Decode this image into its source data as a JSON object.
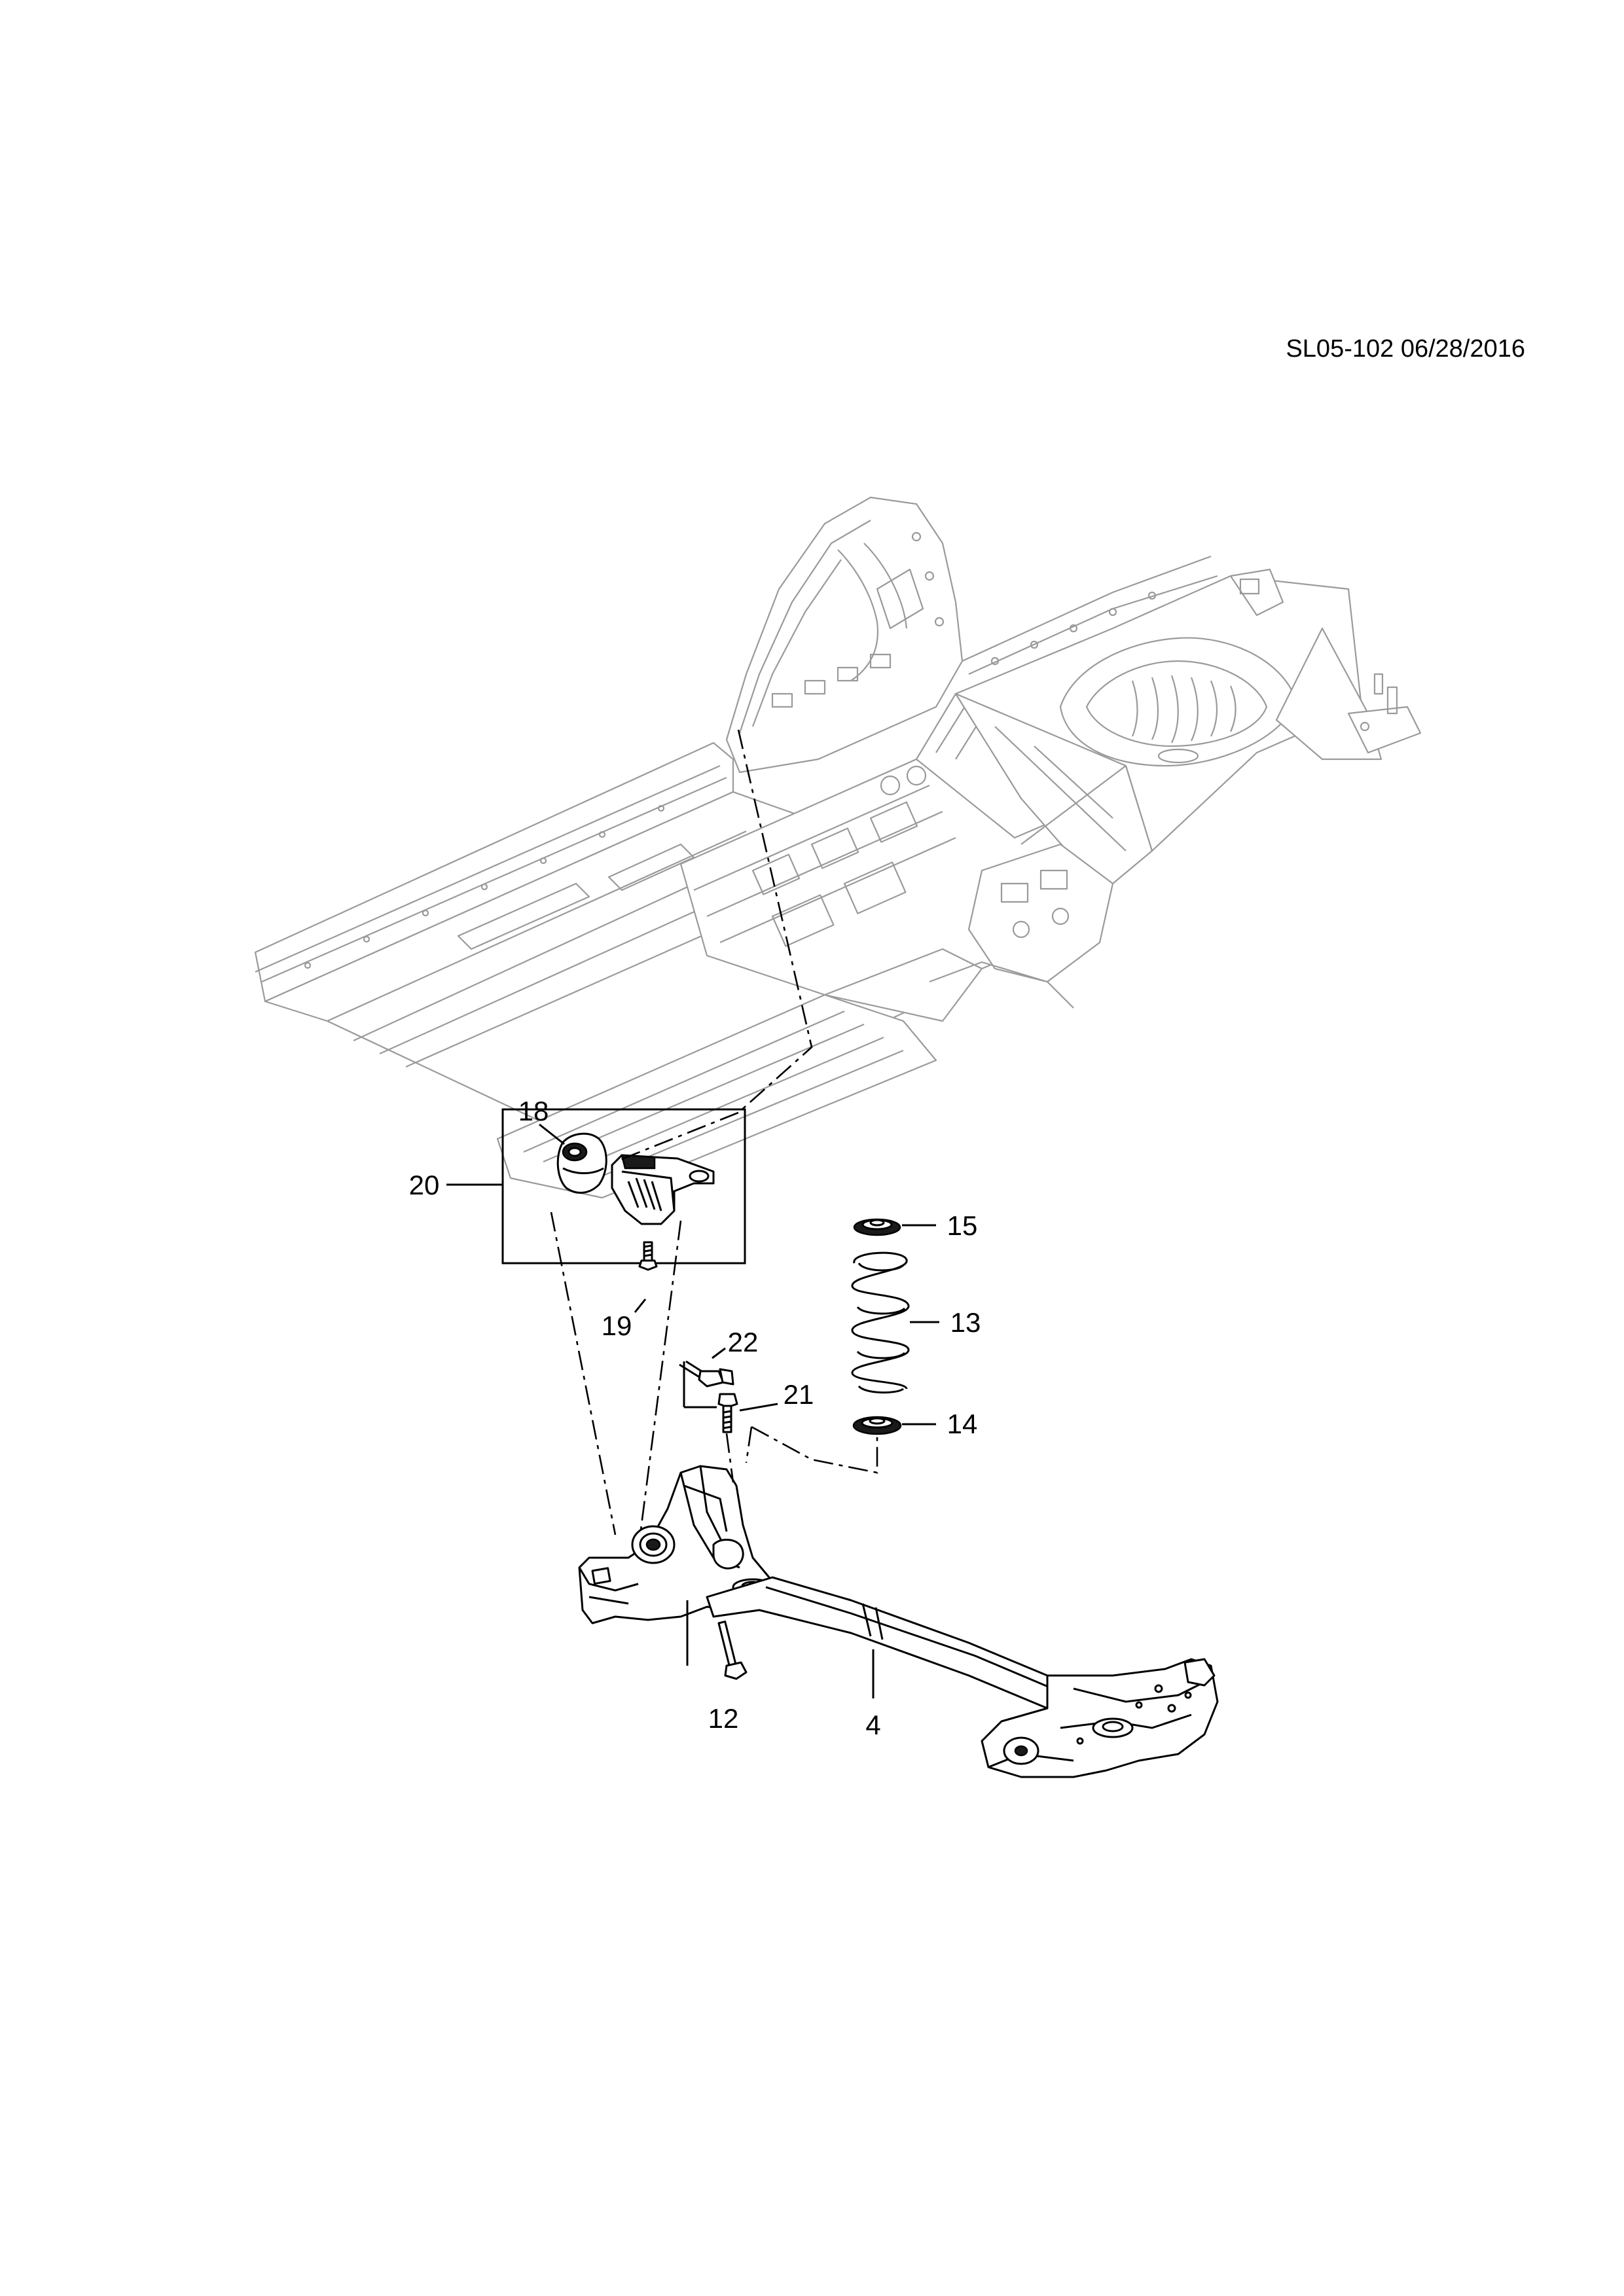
{
  "diagram": {
    "reference": "SL05-102 06/28/2016",
    "callouts": [
      "18",
      "20",
      "19",
      "22",
      "21",
      "15",
      "13",
      "14",
      "12",
      "4"
    ]
  }
}
